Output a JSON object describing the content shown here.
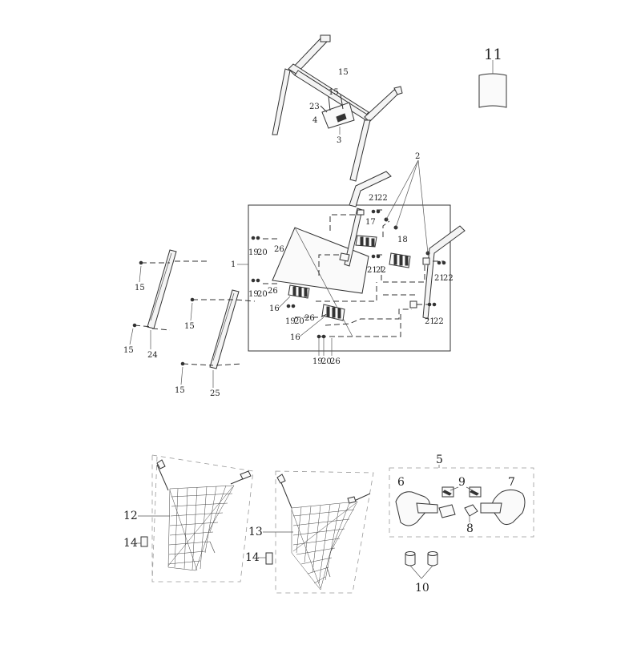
{
  "callouts": {
    "c1": "1",
    "c2": "2",
    "c3": "3",
    "c4": "4",
    "c5": "5",
    "c6": "6",
    "c7": "7",
    "c8": "8",
    "c9": "9",
    "c10": "10",
    "c11": "11",
    "c12": "12",
    "c13": "13",
    "c14a": "14",
    "c14b": "14",
    "c15_top1": "15",
    "c15_top2": "15",
    "c15_a": "15",
    "c15_b": "15",
    "c15_c": "15",
    "c15_d": "15",
    "c16a": "16",
    "c16b": "16",
    "c17": "17",
    "c18": "18",
    "c19a": "19",
    "c20a": "20",
    "c19b": "19",
    "c20b": "20",
    "c19c": "19",
    "c20c": "20",
    "c19d": "19",
    "c20d": "20",
    "c21a": "21",
    "c22a": "22",
    "c21b": "21",
    "c22b": "22",
    "c21c": "21",
    "c22c": "22",
    "c21d": "21",
    "c22d": "22",
    "c23": "23",
    "c24": "24",
    "c25": "25",
    "c26a": "26",
    "c26b": "26",
    "c26c": "26",
    "c26d": "26"
  },
  "colors": {
    "line": "#333333",
    "background": "#ffffff"
  }
}
